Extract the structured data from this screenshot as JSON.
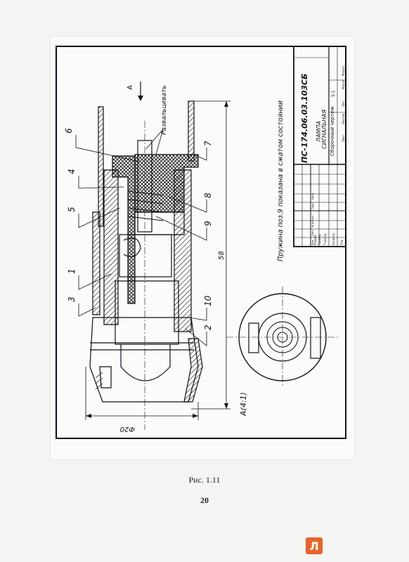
{
  "drawing": {
    "title_block": {
      "doc_code": "ПС-174.06.03.103СБ",
      "name_line1": "ЛАМПА",
      "name_line2": "СИГНАЛЬНАЯ",
      "name_line3": "Сборочный чертеж",
      "scale": "5:1",
      "col_lit": "Лит.",
      "col_mass": "Масса",
      "col_scale": "Масшт.",
      "col_sheet": "Лист",
      "col_sheets": "Листов",
      "row_razrab": "Разраб.",
      "row_prov": "Провер.",
      "row_tkontr": "Т.контр.",
      "row_nkontr": "Н.контр.",
      "row_utv": "Утв.",
      "col_izm": "Изм.",
      "col_list": "Лист",
      "col_ndok": "№ докум.",
      "col_podp": "Подп.",
      "col_data": "Дата"
    },
    "note": "Пружина поз.9 показана в сжатом состоянии",
    "label_rasvaltsevat": "Развальцевать",
    "view_arrow_label": "А",
    "view_label": "А(4:1)",
    "dim_length": "58",
    "dim_diameter": "Ф20",
    "leaders": [
      "1",
      "2",
      "3",
      "4",
      "5",
      "6",
      "7",
      "8",
      "9",
      "10"
    ]
  },
  "caption": "Рис. 1.11",
  "page_number": "20",
  "logo_letter": "Л"
}
